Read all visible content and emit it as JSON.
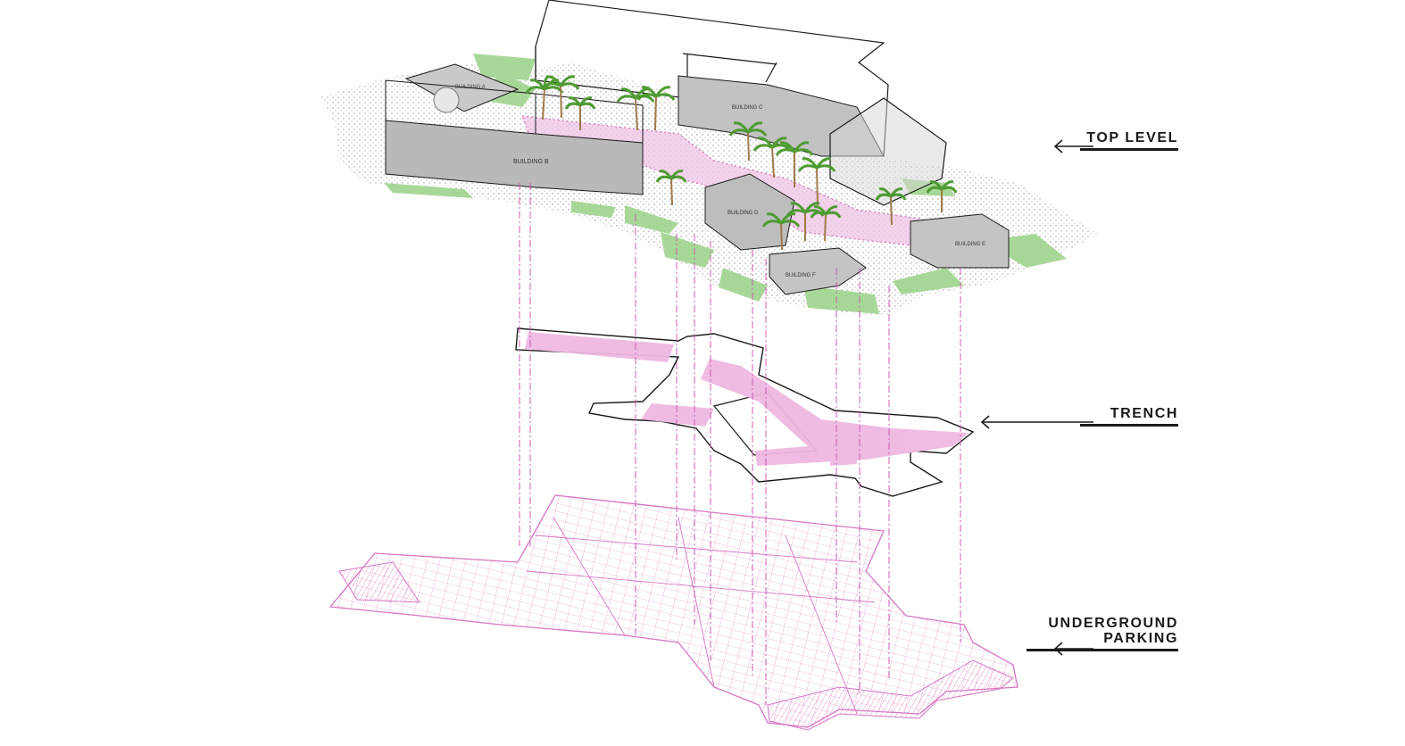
{
  "labels": {
    "top_level": "TOP LEVEL",
    "trench": "TRENCH",
    "underground_parking_line1": "UNDERGROUND",
    "underground_parking_line2": "PARKING"
  },
  "building_labels": {
    "building_a": "BUILDING A",
    "building_b": "BUILDING B",
    "building_c": "BUILDING C",
    "building_d": "BUILDING D",
    "building_e": "BUILDING E",
    "building_f": "BUILDING F"
  },
  "colors": {
    "accent_pink": "#e9a7d8",
    "pink_line": "#cc5cb4",
    "landscape_green": "#9fd48d",
    "roof_gray": "#b9b9b9",
    "outline": "#1a1a1a",
    "palm_green": "#4f9b33"
  }
}
